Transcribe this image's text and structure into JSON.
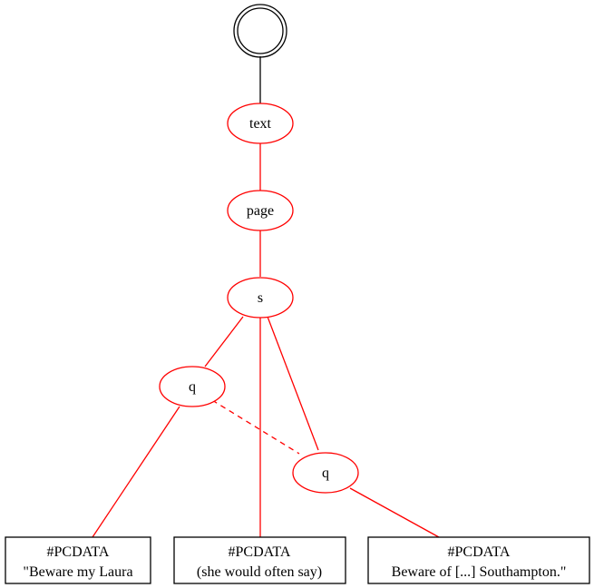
{
  "colors": {
    "root": "#000000",
    "node": "#ff0000",
    "edge": "#ff0000",
    "leaf": "#000000",
    "text": "#000000"
  },
  "nodes": {
    "root": {
      "label": ""
    },
    "text": {
      "label": "text"
    },
    "page": {
      "label": "page"
    },
    "s": {
      "label": "s"
    },
    "q1": {
      "label": "q"
    },
    "q2": {
      "label": "q"
    }
  },
  "leaves": {
    "leaf1": {
      "title": "#PCDATA",
      "text": "\"Beware my Laura"
    },
    "leaf2": {
      "title": "#PCDATA",
      "text": "(she would often say)"
    },
    "leaf3": {
      "title": "#PCDATA",
      "text": "Beware of [...] Southampton.\""
    }
  }
}
